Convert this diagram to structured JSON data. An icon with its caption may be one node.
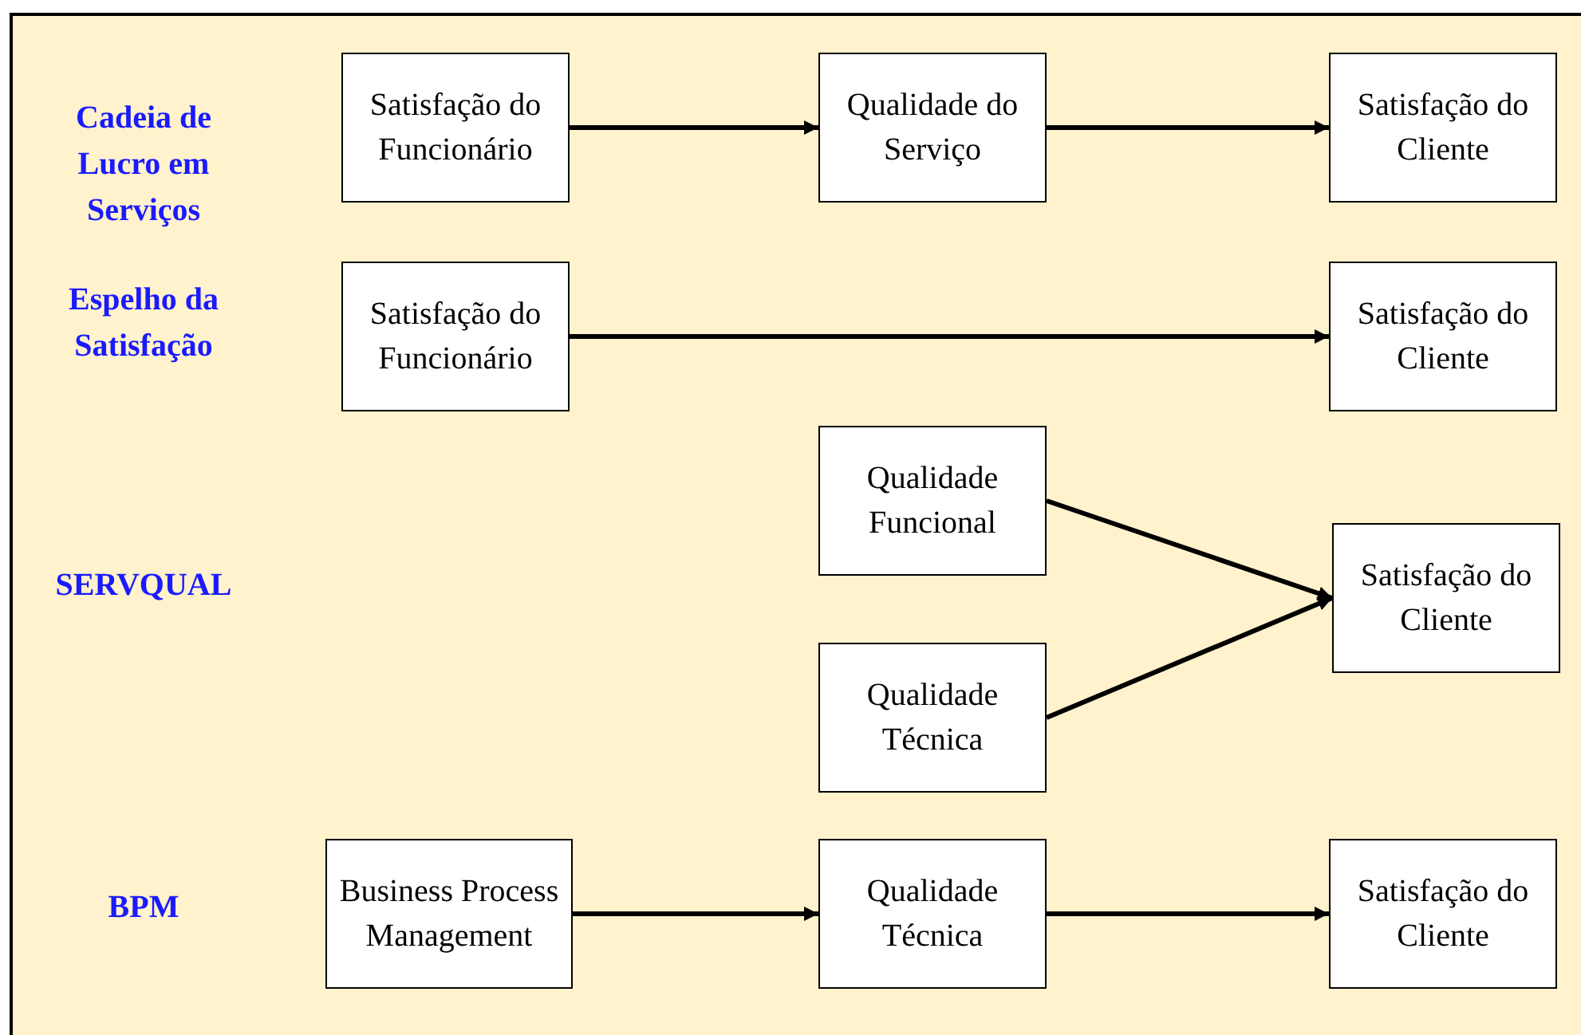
{
  "diagram": {
    "nodes": [
      {
        "text": [
          "Satisfação do Funcionário"
        ]
      },
      {
        "text": [
          "Qualidade do Serviço"
        ]
      },
      {
        "text": [
          "Satisfação do Cliente"
        ]
      },
      {
        "text": [
          "Satisfação do Funcionário"
        ]
      },
      {
        "text": [
          "Satisfação do Cliente"
        ]
      },
      {
        "text": [
          "Qualidade Funcional"
        ]
      },
      {
        "text": [
          "Qualidade Técnica"
        ]
      },
      {
        "text": [
          "Satisfação do Cliente"
        ]
      },
      {
        "text": [
          "Business Process Management"
        ]
      },
      {
        "text": [
          "Qualidade Técnica"
        ]
      },
      {
        "text": [
          "Satisfação do Cliente"
        ]
      }
    ],
    "edges": [
      {
        "from": 0,
        "to": 1,
        "arrow": "to"
      },
      {
        "from": 1,
        "to": 2,
        "arrow": "to"
      },
      {
        "from": 3,
        "to": 4,
        "arrow": "to"
      },
      {
        "from": 5,
        "to": 7,
        "arrow": "to"
      },
      {
        "from": 6,
        "to": 7,
        "arrow": "to"
      },
      {
        "from": 8,
        "to": 9,
        "arrow": "to"
      },
      {
        "from": 9,
        "to": 10,
        "arrow": "to"
      }
    ],
    "labels": [
      "Cadeia de Lucro em Serviços",
      "Espelho da Satisfação",
      "SERVQUAL",
      "BPM"
    ]
  }
}
